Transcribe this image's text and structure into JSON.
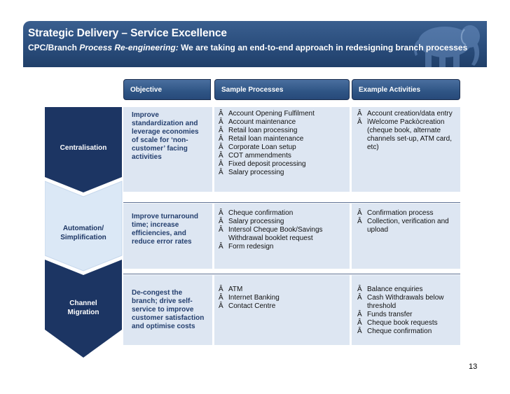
{
  "header": {
    "title": "Strategic Delivery – Service Excellence",
    "subtitle_prefix": "CPC/Branch ",
    "subtitle_emph": "Process Re-engineering:",
    "subtitle_rest": " We are taking an end-to-end approach in redesigning branch processes"
  },
  "columns": {
    "objective": "Objective",
    "processes": "Sample Processes",
    "activities": "Example Activities"
  },
  "bullet_glyph": "Â",
  "rows": [
    {
      "stage": "Centralisation",
      "objective": "Improve standardization and leverage economies of scale for ‘non-customer’ facing activities",
      "processes": [
        "Account Opening Fulfilment",
        "Account maintenance",
        "Retail loan processing",
        "Retail loan maintenance",
        "Corporate Loan setup",
        "COT ammendments",
        "Fixed deposit processing",
        "Salary processing"
      ],
      "activities": [
        "Account creation/data entry",
        "ìWelcome Packòcreation (cheque book, alternate channels set-up, ATM card, etc)"
      ]
    },
    {
      "stage": "Automation/ Simplification",
      "objective": "Improve turnaround time; increase efficiencies, and reduce error rates",
      "processes": [
        "Cheque confirmation",
        "Salary processing",
        "Intersol Cheque Book/Savings Withdrawal booklet request",
        "Form redesign"
      ],
      "activities": [
        "Confirmation process",
        "Collection, verification and upload"
      ]
    },
    {
      "stage": "Channel Migration",
      "objective": "De-congest the branch; drive self-service to improve customer satisfaction and optimise costs",
      "processes": [
        "ATM",
        "Internet Banking",
        "Contact Centre"
      ],
      "activities": [
        "Balance enquiries",
        "Cash Withdrawals below threshold",
        "Funds transfer",
        "Cheque book requests",
        "Cheque confirmation"
      ]
    }
  ],
  "page_number": "13",
  "colors": {
    "header_blue": "#2a4d7c",
    "chevron_navy": "#1c3563",
    "chevron_light": "#dbe8f6",
    "cell_bg": "#dde6f2"
  }
}
